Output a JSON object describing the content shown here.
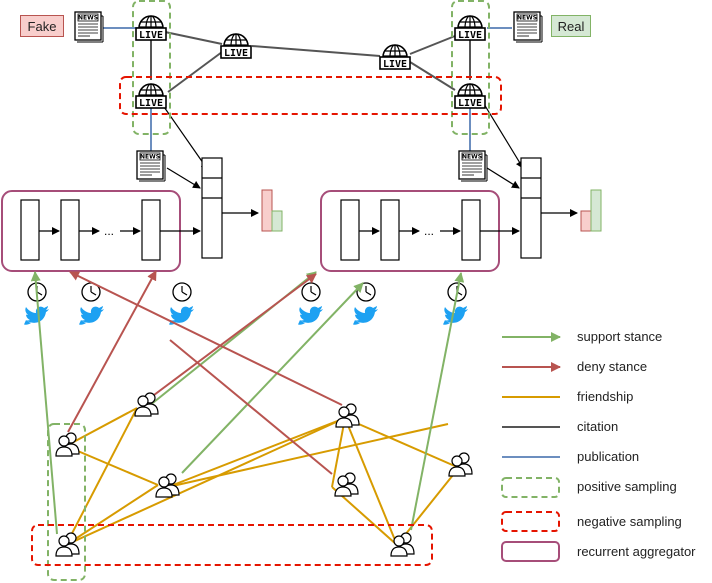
{
  "labels": {
    "fake": "Fake",
    "real": "Real",
    "live": "LIVE",
    "news": "NEWS",
    "ellipsis": "..."
  },
  "legend": [
    {
      "label": "support stance",
      "color": "#82b366",
      "style": "arrow"
    },
    {
      "label": "deny stance",
      "color": "#b85450",
      "style": "arrow"
    },
    {
      "label": "friendship",
      "color": "#d79b00",
      "style": "line"
    },
    {
      "label": "citation",
      "color": "#666666",
      "style": "line"
    },
    {
      "label": "publication",
      "color": "#6c8ebf",
      "style": "line"
    },
    {
      "label": "positive sampling",
      "color": "#82b366",
      "style": "dashed-box"
    },
    {
      "label": "negative sampling",
      "color": "#e51400",
      "style": "dashed-box"
    },
    {
      "label": "recurrent aggregator",
      "color": "#a64d79",
      "style": "box"
    }
  ],
  "colors": {
    "support": "#82b366",
    "deny": "#b85450",
    "friendship": "#d79b00",
    "citation": "#555555",
    "publication": "#6c8ebf",
    "positive": "#82b366",
    "negative": "#e51400",
    "aggregator": "#a64d79",
    "fake_fill": "#f8cecc",
    "real_fill": "#d5e8d4",
    "twitter": "#1da1f2"
  },
  "icons": [
    "globe-live-icon",
    "newspaper-icon",
    "clock-icon",
    "twitter-bird-icon",
    "user-pair-icon"
  ]
}
